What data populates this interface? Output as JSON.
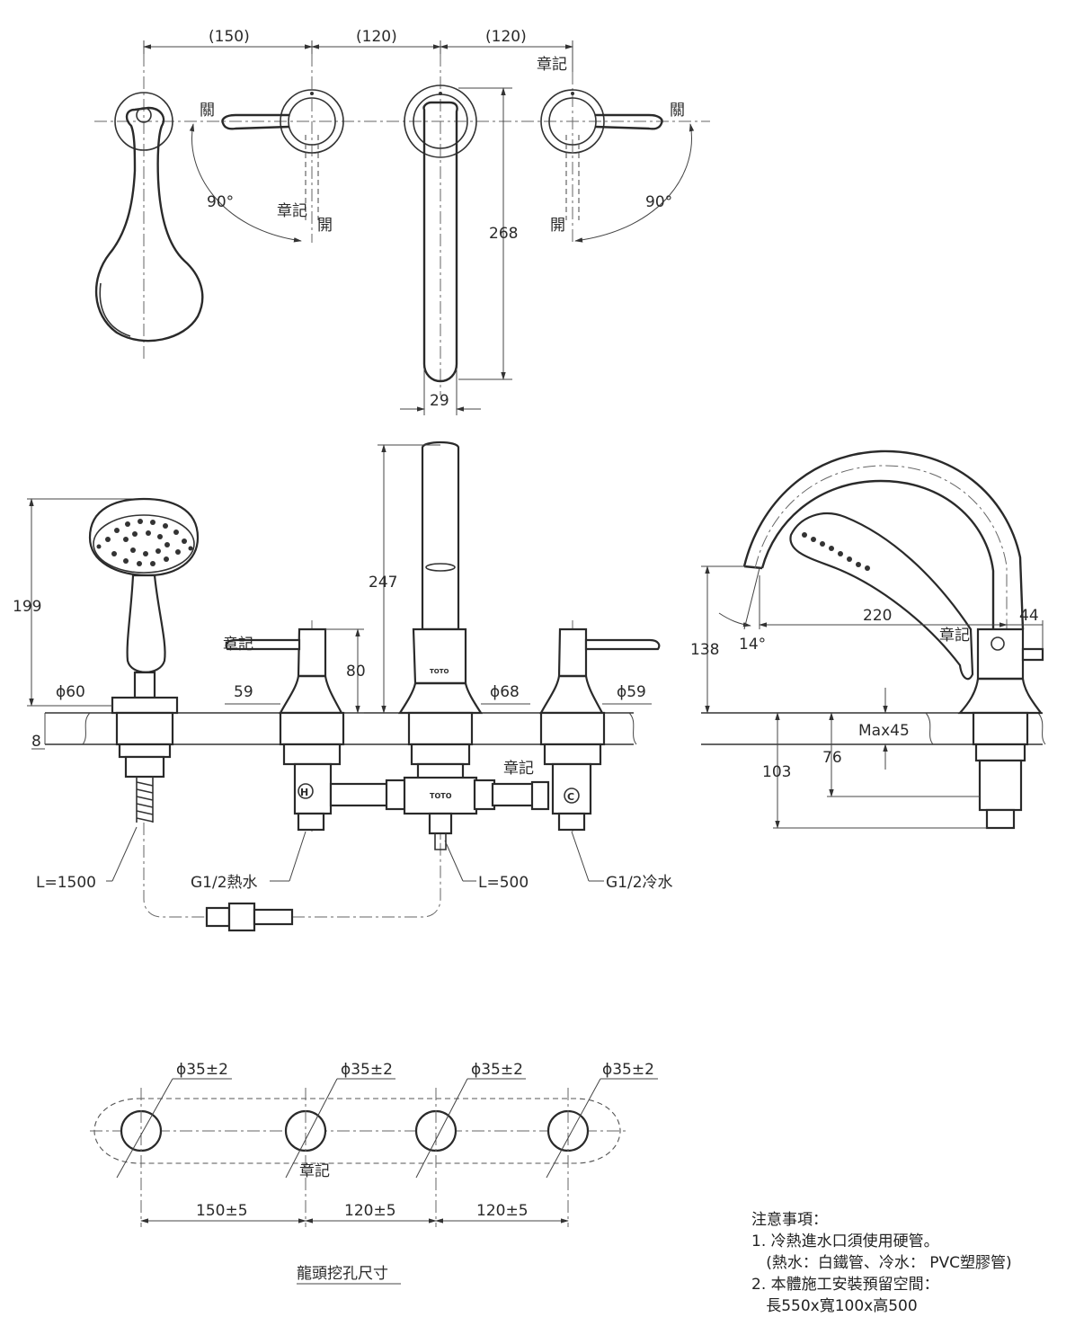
{
  "top_view": {
    "dim_1": "(150)",
    "dim_2": "(120)",
    "dim_3": "(120)",
    "mark_top": "章記",
    "close_left": "關",
    "close_right": "關",
    "angle_left": "90°",
    "angle_right": "90°",
    "mark_left": "章記",
    "open_left": "開",
    "open_right": "開",
    "spout_length": "268",
    "spout_width": "29"
  },
  "front_view": {
    "shower_height": "199",
    "spout_height": "247",
    "handle_height": "80",
    "mark_handle": "章記",
    "dia_60": "ϕ60",
    "dia_59_left": "59",
    "dia_68": "ϕ68",
    "dia_59_right": "ϕ59",
    "deck_8": "8",
    "mark_valve": "章記",
    "hose_length": "L=1500",
    "hot_inlet": "G1/2熱水",
    "outlet_length": "L=500",
    "cold_inlet": "G1/2冷水",
    "hot_label": "H",
    "cold_label": "C",
    "brand": "TOTO"
  },
  "side_view": {
    "reach": "220",
    "offset": "44",
    "mark": "章記",
    "height_138": "138",
    "angle": "14°",
    "max_deck": "Max45",
    "dim_76": "76",
    "dim_103": "103"
  },
  "cutout_view": {
    "hole_1": "ϕ35±2",
    "hole_2": "ϕ35±2",
    "hole_3": "ϕ35±2",
    "hole_4": "ϕ35±2",
    "mark": "章記",
    "spacing_1": "150±5",
    "spacing_2": "120±5",
    "spacing_3": "120±5",
    "title": "龍頭挖孔尺寸"
  },
  "notes": {
    "heading": "注意事項：",
    "line_1": "1. 冷熱進水口須使用硬管。",
    "line_2": "   (熱水：白鐵管、冷水： PVC塑膠管)",
    "line_3": "2. 本體施工安裝預留空間：",
    "line_4": "   長550x寬100x高500"
  }
}
